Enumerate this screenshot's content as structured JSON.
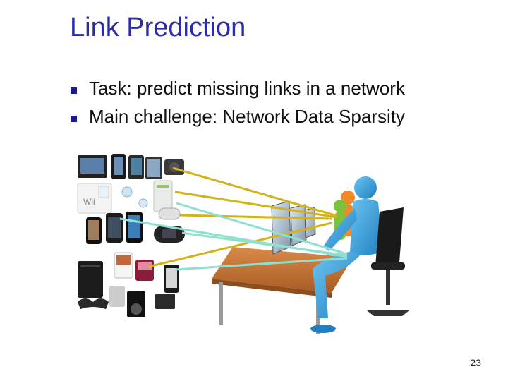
{
  "slide": {
    "title": "Link Prediction",
    "bullets": [
      "Task: predict missing links in a network",
      "Main challenge: Network Data Sparsity"
    ],
    "page_number": "23"
  },
  "illustration": {
    "device_label": "Wii",
    "colors": {
      "link_gold": "#d4b21a",
      "link_teal": "#8fe0cf",
      "person_blue": "#3ba3dc",
      "person_green": "#78c43a",
      "person_orange": "#ef8a2a",
      "desk_wood": "#c87a3c",
      "title_blue": "#2b2ba8"
    }
  }
}
